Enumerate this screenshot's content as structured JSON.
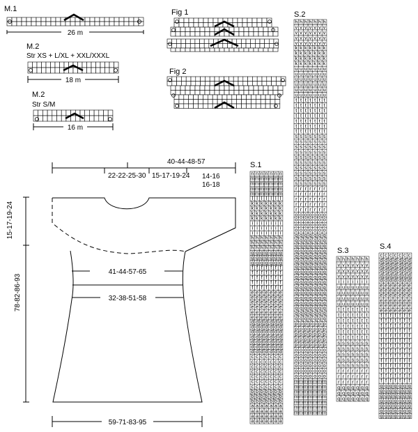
{
  "charts": {
    "m1": {
      "title": "M.1",
      "subtitle": "",
      "width_label": "26 m"
    },
    "m2_large": {
      "title": "M.2",
      "subtitle": "Str XS + L/XL + XXL/XXXL",
      "width_label": "18 m"
    },
    "m2_small": {
      "title": "M.2",
      "subtitle": "Str S/M",
      "width_label": "16 m"
    },
    "fig1": {
      "title": "Fig 1"
    },
    "fig2": {
      "title": "Fig 2"
    }
  },
  "schematic": {
    "total_width": "40-44-48-57",
    "part_a": "22-22-25-30",
    "part_b": "15-17-19-24",
    "part_c_line1": "14-16",
    "part_c_line2": "16-18",
    "yoke_depth": "15-17-19-24",
    "total_length": "78-82-86-93",
    "chest_width": "41-44-57-65",
    "waist_width": "32-38-51-58",
    "hem_width": "59-71-83-95"
  },
  "colour_charts": {
    "s1": {
      "title": "S.1",
      "rows": [
        "n",
        "m",
        "m",
        "m",
        "m",
        "l",
        "k",
        "k",
        "k",
        "k",
        "i",
        "i",
        "i",
        "h",
        "h",
        "h",
        "g",
        "g",
        "g",
        "f",
        "f",
        "f",
        "f",
        "f",
        "e",
        "e",
        "e",
        "e",
        "e",
        "e",
        "d",
        "d",
        "d",
        "d",
        "d",
        "d",
        "d",
        "c",
        "c",
        "c",
        "c",
        "c",
        "c",
        "c",
        "b",
        "b",
        "b",
        "a",
        "a",
        "a",
        "a"
      ]
    },
    "s2": {
      "title": "S.2",
      "rows": [
        "h",
        "v",
        "v",
        "v",
        "v",
        "k",
        "k",
        "k",
        "k",
        "u",
        "u",
        "u",
        "u",
        "u",
        "u",
        "t",
        "t",
        "t",
        "t",
        "t",
        "t",
        "t",
        "s",
        "s",
        "s",
        "s",
        "s",
        "s",
        "s",
        "s",
        "s",
        "s",
        "r",
        "r",
        "r",
        "r",
        "r",
        "o",
        "o",
        "o",
        "o",
        "q",
        "q",
        "q",
        "q",
        "q",
        "q",
        "q",
        "q",
        "q",
        "q",
        "q",
        "q",
        "q",
        "q",
        "q",
        "q",
        "q",
        "p",
        "p",
        "p",
        "p",
        "p",
        "o",
        "o",
        "o",
        "o",
        "o",
        "o",
        "m",
        "m",
        "m",
        "m",
        "m",
        "m",
        "m"
      ]
    },
    "s3": {
      "title": "S.3",
      "rows": [
        "h",
        "v",
        "v",
        "v",
        "i",
        "u",
        "u",
        "u",
        "u",
        "t",
        "t",
        "t",
        "t",
        "t",
        "t",
        "s",
        "s",
        "s",
        "s",
        "s",
        "r",
        "r",
        "r",
        "q",
        "q",
        "q"
      ]
    },
    "s4": {
      "title": "S.4",
      "rows": [
        "c",
        "d",
        "d",
        "d",
        "d",
        "d",
        "e",
        "e",
        "e",
        "e",
        "e",
        "e",
        "f",
        "f",
        "f",
        "f",
        "f",
        "f",
        "f",
        "f",
        "f",
        "f",
        "f",
        "f",
        "f",
        "f",
        "g",
        "g",
        "g",
        "g",
        "g",
        "g",
        "g"
      ]
    }
  }
}
